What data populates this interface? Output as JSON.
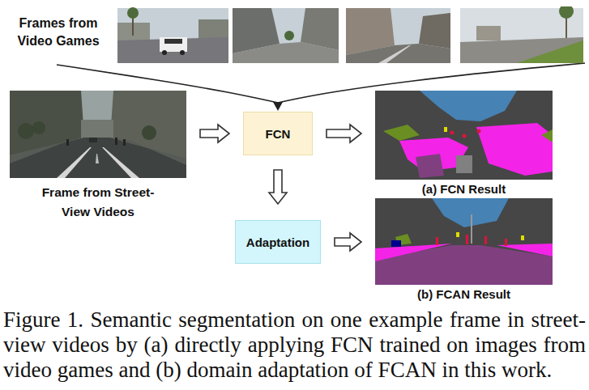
{
  "diagram": {
    "caption": "Figure 1. Semantic segmentation on one example frame in street-view videos by (a) directly applying FCN trained on images from video games and (b) domain adaptation of FCAN in this work.",
    "nodes": [
      {
        "text": [
          "Frames from Video Games"
        ]
      },
      {
        "text": [
          "Frame from Street-View Videos"
        ]
      },
      {
        "text": [
          "FCN"
        ]
      },
      {
        "text": [
          "(a) FCN Result"
        ]
      },
      {
        "text": [
          "Adaptation"
        ]
      },
      {
        "text": [
          "(b) FCAN Result"
        ]
      }
    ],
    "edges": [
      {
        "from": 0,
        "to": 2,
        "arrow": "to"
      },
      {
        "from": 1,
        "to": 2,
        "arrow": "to"
      },
      {
        "from": 2,
        "to": 3,
        "arrow": "to"
      },
      {
        "from": 2,
        "to": 4,
        "arrow": "to"
      },
      {
        "from": 4,
        "to": 5,
        "arrow": "to"
      }
    ]
  }
}
